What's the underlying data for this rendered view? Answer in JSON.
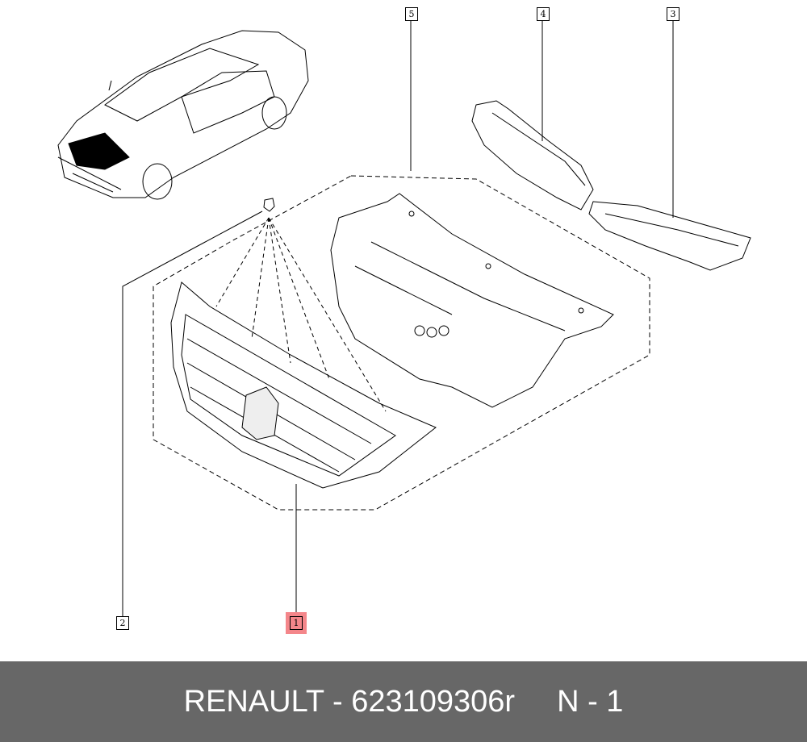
{
  "callouts": {
    "c1": "1",
    "c2": "2",
    "c3": "3",
    "c4": "4",
    "c5": "5"
  },
  "highlight_color": "#f4868a",
  "footer": {
    "part_text": "RENAULT - 623109306r",
    "qty_text": "N - 1"
  }
}
